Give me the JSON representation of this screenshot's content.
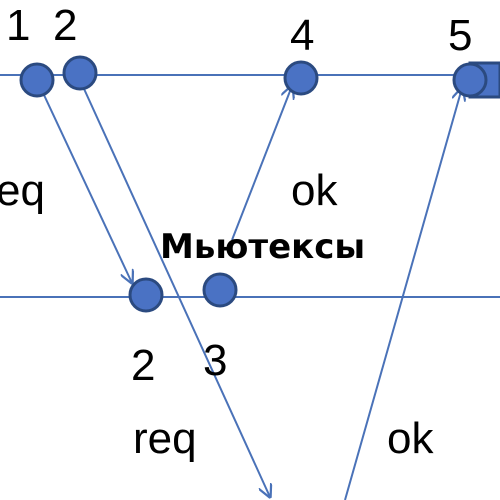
{
  "title": "Мьютексы",
  "colors": {
    "line": "#4a72b8",
    "event_fill": "#4a72c4",
    "event_stroke": "#2b4a80"
  },
  "top_labels": [
    "1",
    "2",
    "4",
    "5"
  ],
  "bottom_labels": [
    "2",
    "3"
  ],
  "message_labels": {
    "upper_req": "eq",
    "upper_ok": "ok",
    "lower_req": "req",
    "lower_ok": "ok"
  }
}
